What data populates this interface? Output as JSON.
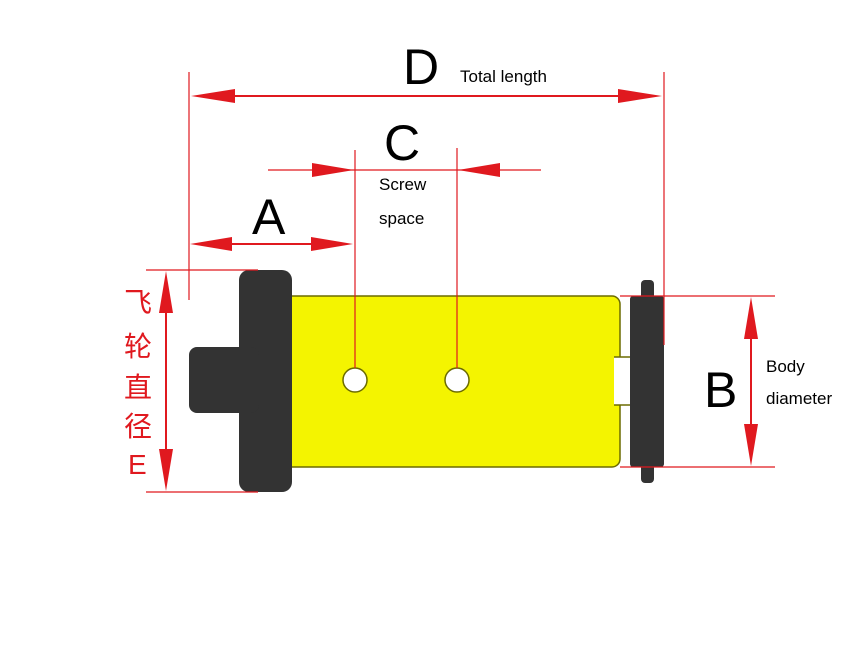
{
  "colors": {
    "dimension": "#e0191f",
    "body": "#f4f400",
    "body_outline": "#6b6b00",
    "flywheel": "#333333",
    "text": "#000000"
  },
  "labels": {
    "D": {
      "letter": "D",
      "caption": "Total length"
    },
    "C": {
      "letter": "C",
      "caption_line1": "Screw",
      "caption_line2": "space"
    },
    "A": {
      "letter": "A"
    },
    "B": {
      "letter": "B",
      "caption_line1": "Body",
      "caption_line2": "diameter"
    },
    "E": {
      "chars": [
        "飞",
        "轮",
        "直",
        "径"
      ],
      "letter": "E"
    }
  }
}
